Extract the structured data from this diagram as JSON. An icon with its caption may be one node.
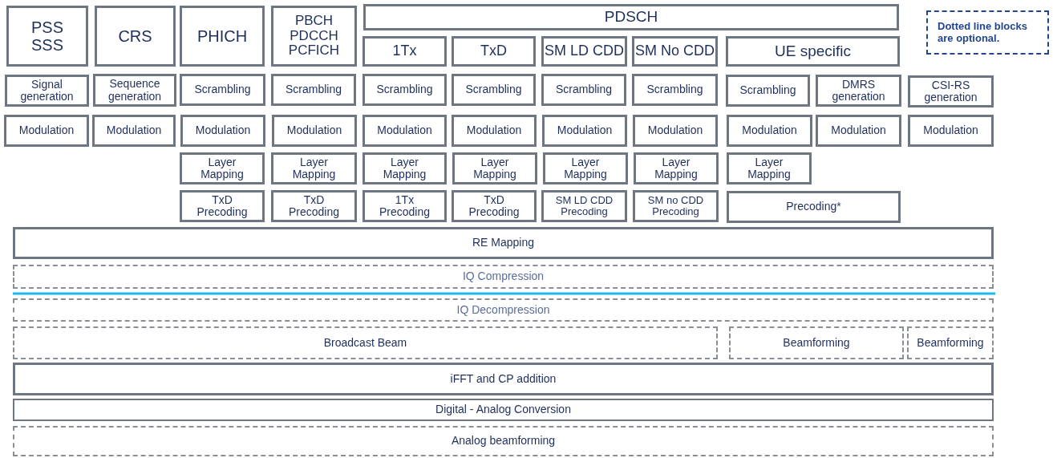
{
  "diagram": {
    "nodes": [
      {
        "text": [
          "PSS SSS"
        ]
      },
      {
        "text": [
          "CRS"
        ]
      },
      {
        "text": [
          "PHICH"
        ]
      },
      {
        "text": [
          "PBCH PDCCH PCFICH"
        ]
      },
      {
        "text": [
          "PDSCH"
        ]
      },
      {
        "text": [
          "1Tx"
        ]
      },
      {
        "text": [
          "TxD"
        ]
      },
      {
        "text": [
          "SM LD CDD"
        ]
      },
      {
        "text": [
          "SM No CDD"
        ]
      },
      {
        "text": [
          "UE specific"
        ]
      },
      {
        "text": [
          "Dotted line blocks are optional."
        ]
      },
      {
        "text": [
          "Signal generation"
        ]
      },
      {
        "text": [
          "Sequence generation"
        ]
      },
      {
        "text": [
          "Scrambling"
        ]
      },
      {
        "text": [
          "Scrambling"
        ]
      },
      {
        "text": [
          "Scrambling"
        ]
      },
      {
        "text": [
          "Scrambling"
        ]
      },
      {
        "text": [
          "Scrambling"
        ]
      },
      {
        "text": [
          "Scrambling"
        ]
      },
      {
        "text": [
          "Scrambling"
        ]
      },
      {
        "text": [
          "DMRS generation"
        ]
      },
      {
        "text": [
          "CSI-RS generation"
        ]
      },
      {
        "text": [
          "Modulation"
        ]
      },
      {
        "text": [
          "Modulation"
        ]
      },
      {
        "text": [
          "Modulation"
        ]
      },
      {
        "text": [
          "Modulation"
        ]
      },
      {
        "text": [
          "Modulation"
        ]
      },
      {
        "text": [
          "Modulation"
        ]
      },
      {
        "text": [
          "Modulation"
        ]
      },
      {
        "text": [
          "Modulation"
        ]
      },
      {
        "text": [
          "Modulation"
        ]
      },
      {
        "text": [
          "Modulation"
        ]
      },
      {
        "text": [
          "Modulation"
        ]
      },
      {
        "text": [
          "Layer Mapping"
        ]
      },
      {
        "text": [
          "Layer Mapping"
        ]
      },
      {
        "text": [
          "Layer Mapping"
        ]
      },
      {
        "text": [
          "Layer Mapping"
        ]
      },
      {
        "text": [
          "Layer Mapping"
        ]
      },
      {
        "text": [
          "Layer Mapping"
        ]
      },
      {
        "text": [
          "Layer Mapping"
        ]
      },
      {
        "text": [
          "TxD Precoding"
        ]
      },
      {
        "text": [
          "TxD Precoding"
        ]
      },
      {
        "text": [
          "1Tx Precoding"
        ]
      },
      {
        "text": [
          "TxD Precoding"
        ]
      },
      {
        "text": [
          "SM LD CDD Precoding"
        ]
      },
      {
        "text": [
          "SM no CDD Precoding"
        ]
      },
      {
        "text": [
          "Precoding*"
        ]
      },
      {
        "text": [
          "RE Mapping"
        ]
      },
      {
        "text": [
          "IQ Compression"
        ]
      },
      {
        "text": [
          "IQ Decompression"
        ]
      },
      {
        "text": [
          "Broadcast Beam"
        ]
      },
      {
        "text": [
          "Beamforming"
        ]
      },
      {
        "text": [
          "Beamforming"
        ]
      },
      {
        "text": [
          "iFFT and CP addition"
        ]
      },
      {
        "text": [
          "Digital - Analog Conversion"
        ]
      },
      {
        "text": [
          "Analog beamforming"
        ]
      }
    ],
    "edges": []
  }
}
